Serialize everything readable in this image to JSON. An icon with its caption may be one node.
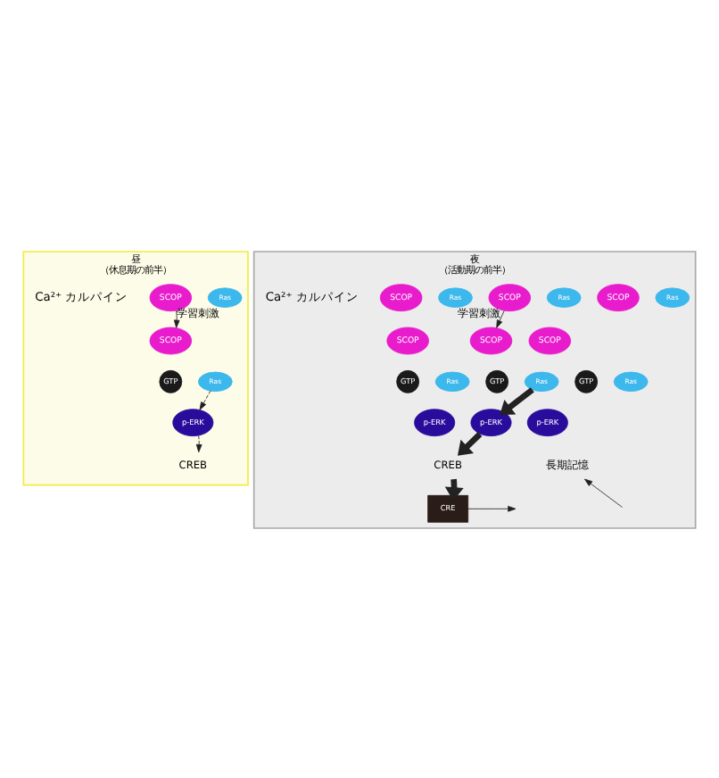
{
  "diagram": {
    "nodes": [
      {
        "text": [
          "昼",
          "（休息期の前半）"
        ]
      },
      {
        "text": [
          "SCOP"
        ],
        "in": 0
      },
      {
        "text": [
          "Ras"
        ],
        "in": 0
      },
      {
        "text": [
          "SCOP"
        ],
        "in": 0
      },
      {
        "text": [
          "GTP"
        ],
        "in": 0
      },
      {
        "text": [
          "Ras"
        ],
        "in": 0
      },
      {
        "text": [
          "p-ERK"
        ],
        "in": 0
      },
      {
        "text": [
          "CREB"
        ],
        "in": 0
      },
      {
        "text": [
          "夜",
          "（活動期の前半）"
        ]
      },
      {
        "text": [
          "SCOP"
        ],
        "in": 8
      },
      {
        "text": [
          "Ras"
        ],
        "in": 8
      },
      {
        "text": [
          "SCOP"
        ],
        "in": 8
      },
      {
        "text": [
          "Ras"
        ],
        "in": 8
      },
      {
        "text": [
          "SCOP"
        ],
        "in": 8
      },
      {
        "text": [
          "Ras"
        ],
        "in": 8
      },
      {
        "text": [
          "SCOP"
        ],
        "in": 8
      },
      {
        "text": [
          "SCOP"
        ],
        "in": 8
      },
      {
        "text": [
          "SCOP"
        ],
        "in": 8
      },
      {
        "text": [
          "GTP"
        ],
        "in": 8
      },
      {
        "text": [
          "Ras"
        ],
        "in": 8
      },
      {
        "text": [
          "GTP"
        ],
        "in": 8
      },
      {
        "text": [
          "Ras"
        ],
        "in": 8
      },
      {
        "text": [
          "GTP"
        ],
        "in": 8
      },
      {
        "text": [
          "Ras"
        ],
        "in": 8
      },
      {
        "text": [
          "p-ERK"
        ],
        "in": 8
      },
      {
        "text": [
          "p-ERK"
        ],
        "in": 8
      },
      {
        "text": [
          "p-ERK"
        ],
        "in": 8
      },
      {
        "text": [
          "CREB"
        ],
        "in": 8
      },
      {
        "text": [
          "CRE"
        ],
        "in": 8
      },
      {
        "text": [
          "長期記憶"
        ],
        "in": 8
      }
    ],
    "edges": [
      {
        "from": 1,
        "to": 3,
        "arrow": "to",
        "label": "学習刺激"
      },
      {
        "from": 5,
        "to": 6,
        "arrow": "to",
        "style": "dashed"
      },
      {
        "from": 6,
        "to": 7,
        "arrow": "to",
        "style": "dashed"
      },
      {
        "from": 11,
        "to": 16,
        "arrow": "to",
        "label": "学習刺激"
      },
      {
        "from": 21,
        "to": 25,
        "arrow": "to",
        "style": "thick"
      },
      {
        "from": 25,
        "to": 27,
        "arrow": "to",
        "style": "thick"
      },
      {
        "from": 27,
        "to": 28,
        "arrow": "to",
        "style": "thick"
      },
      {
        "from": 28,
        "to": null,
        "arrow": "to"
      },
      {
        "from": null,
        "to": 29,
        "arrow": "to"
      }
    ],
    "labels": [
      "Ca²⁺ カルパイン",
      "Ca²⁺ カルパイン"
    ]
  }
}
